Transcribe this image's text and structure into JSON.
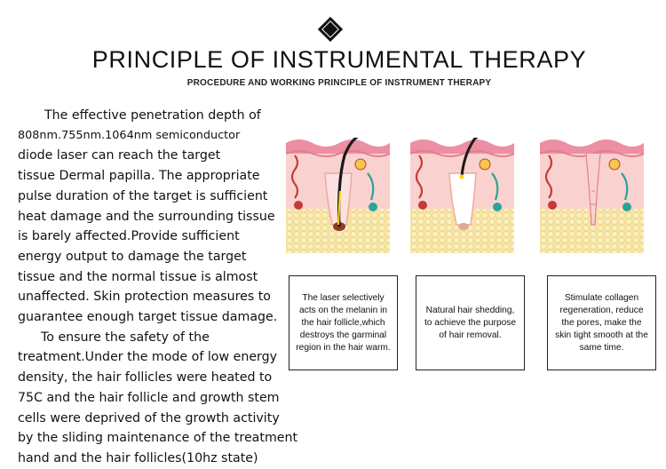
{
  "header": {
    "title": "PRINCIPLE OF INSTRUMENTAL THERAPY",
    "subtitle": "PROCEDURE AND WORKING PRINCIPLE OF INSTRUMENT THERAPY"
  },
  "description": {
    "lines": [
      "The effective penetration depth of",
      "808nm.755nm.1064nm semiconductor",
      "diode laser can reach the target",
      "tissue Dermal papilla. The appropriate",
      "pulse duration of the target is sufficient",
      "heat damage and the surrounding tissue",
      "is barely affected.Provide sufficient",
      "energy output to damage the target",
      "tissue and the normal tissue is almost",
      "unaffected. Skin protection measures to",
      "guarantee enough target tissue damage.",
      "To ensure the safety of the",
      "treatment.Under the mode of low energy",
      "density, the hair follicles were heated to",
      "75C and the hair follicle and growth stem",
      "cells were deprived of the growth activity",
      "by the sliding maintenance of the treatment",
      "hand and the hair follicles(10hz state)"
    ]
  },
  "captions": [
    "The laser selectively acts on the melanin in the hair follicle,which destroys the garminal region in the hair warm.",
    "Natural hair shedding, to achieve the purpose of hair removal.",
    "Stimulate collagen regeneration, reduce the pores, make the skin tight smooth at the same time."
  ],
  "colors": {
    "skin_top": "#f0a8b4",
    "skin_mid": "#f9d2cf",
    "fat_layer": "#f7e7a6",
    "vessel_red": "#c73a3a",
    "nerve_teal": "#2aa39a",
    "hair": "#1a1a1a"
  },
  "illustrations": [
    "laser-heating-follicle",
    "hair-shedding",
    "collagen-regeneration"
  ]
}
